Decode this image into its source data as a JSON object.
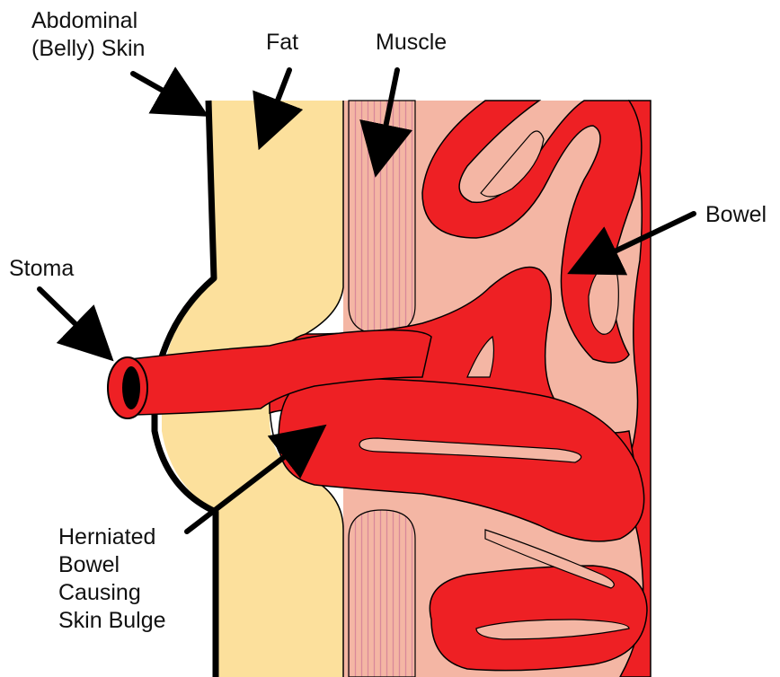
{
  "labels": {
    "skin": [
      "Abdominal",
      "(Belly) Skin"
    ],
    "fat": "Fat",
    "muscle": "Muscle",
    "bowel": "Bowel",
    "stoma": "Stoma",
    "hernia": [
      "Herniated",
      "Bowel",
      "Causing",
      "Skin Bulge"
    ]
  },
  "colors": {
    "fat": "#FCE09C",
    "muscle_tissue": "#F4B6A4",
    "muscle_fibers": "#D9899A",
    "bowel": "#EE2024",
    "outline": "#000000"
  },
  "icons": [
    "arrow-icon"
  ]
}
